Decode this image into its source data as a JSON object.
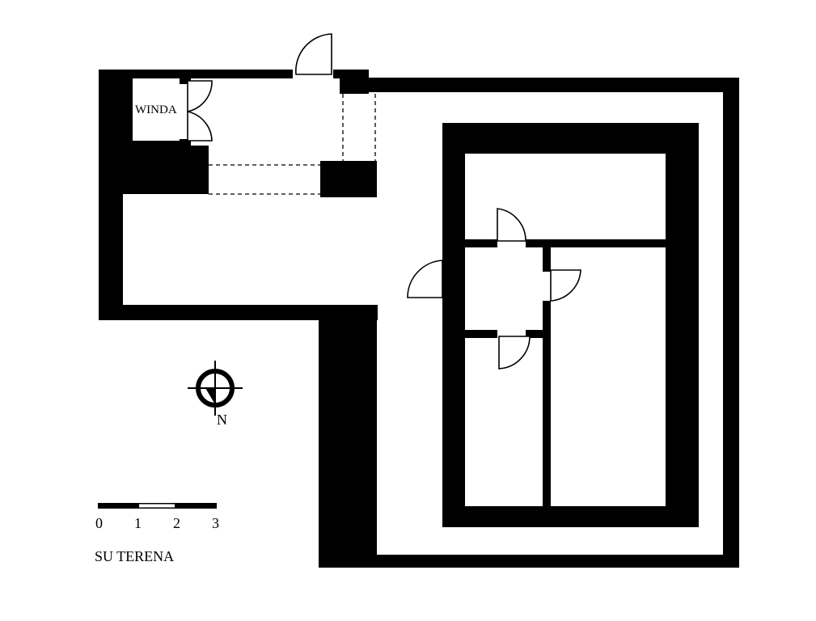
{
  "labels": {
    "elevator": "WINDA",
    "north": "N",
    "floor": "SU TERENA"
  },
  "scale_bar": {
    "ticks": [
      "0",
      "1",
      "2",
      "3"
    ]
  },
  "colors": {
    "wall": "#000000",
    "background": "#ffffff"
  }
}
